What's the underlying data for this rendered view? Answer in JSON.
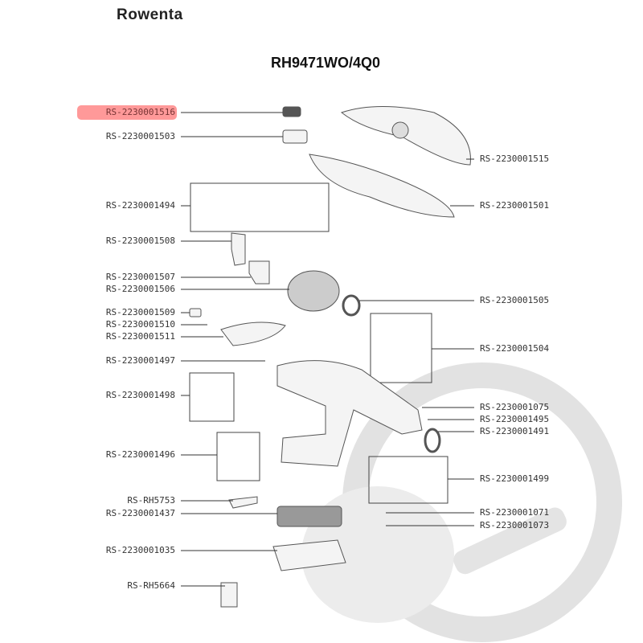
{
  "brand": "Rowenta",
  "model": "RH9471WO/4Q0",
  "highlight_color": "#ff9999",
  "left_parts": [
    "RS-2230001516",
    "RS-2230001503",
    "RS-2230001494",
    "RS-2230001508",
    "RS-2230001507",
    "RS-2230001506",
    "RS-2230001509",
    "RS-2230001510",
    "RS-2230001511",
    "RS-2230001497",
    "RS-2230001498",
    "RS-2230001496",
    "RS-RH5753",
    "RS-2230001437",
    "RS-2230001035",
    "RS-RH5664"
  ],
  "right_parts": [
    "RS-2230001515",
    "RS-2230001501",
    "RS-2230001505",
    "RS-2230001504",
    "RS-2230001075",
    "RS-2230001495",
    "RS-2230001491",
    "RS-2230001499",
    "RS-2230001071",
    "RS-2230001073"
  ],
  "highlighted_part": "RS-2230001516"
}
